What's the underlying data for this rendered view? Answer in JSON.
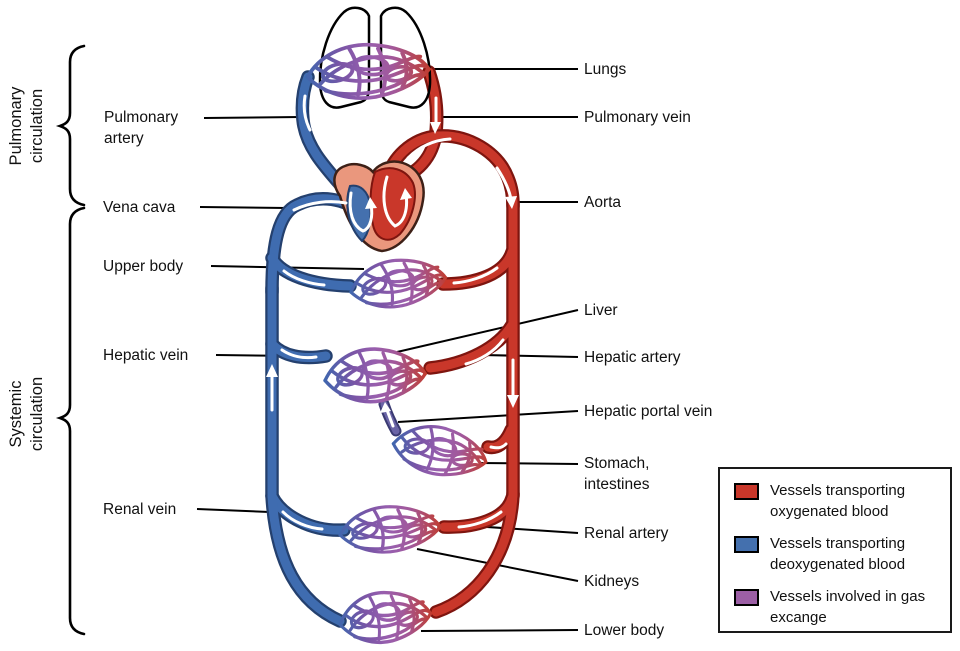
{
  "diagram": {
    "sections": {
      "pulmonary": "Pulmonary circulation",
      "systemic": "Systemic circulation"
    },
    "labels_left": {
      "pulmonary_artery": "Pulmonary artery",
      "vena_cava": "Vena cava",
      "upper_body": "Upper body",
      "hepatic_vein": "Hepatic vein",
      "renal_vein": "Renal vein"
    },
    "labels_right": {
      "lungs": "Lungs",
      "pulmonary_vein": "Pulmonary vein",
      "aorta": "Aorta",
      "liver": "Liver",
      "hepatic_artery": "Hepatic artery",
      "hepatic_portal_vein": "Hepatic portal vein",
      "stomach_intestines": "Stomach, intestines",
      "renal_artery": "Renal artery",
      "kidneys": "Kidneys",
      "lower_body": "Lower body"
    },
    "colors": {
      "oxygenated": "#c9372a",
      "deoxygenated": "#3f6cb0",
      "gas_exchange": "#9c5fa5",
      "heart_fill": "#ea977d"
    }
  },
  "legend": {
    "items": [
      {
        "label": "Vessels transporting oxygenated blood",
        "color": "#c9372a"
      },
      {
        "label": "Vessels transporting deoxygenated blood",
        "color": "#4470ae"
      },
      {
        "label": "Vessels involved in gas excange",
        "color": "#9c5fa5"
      }
    ]
  }
}
